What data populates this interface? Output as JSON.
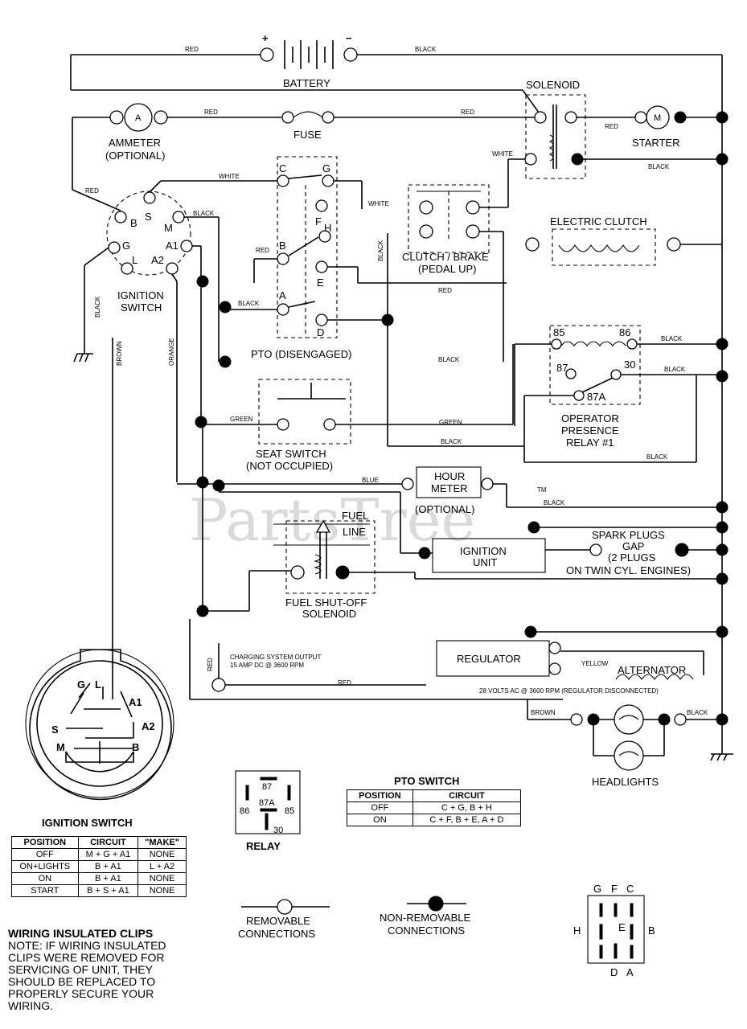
{
  "watermark": "PartsTree",
  "trademark": "TM",
  "components": {
    "battery": "BATTERY",
    "battery_plus": "+",
    "battery_minus": "−",
    "solenoid": "SOLENOID",
    "starter": "STARTER",
    "starter_symbol": "M",
    "ammeter": "AMMETER",
    "ammeter_optional": "(OPTIONAL)",
    "ammeter_symbol": "A",
    "fuse": "FUSE",
    "ignition_switch_line1": "IGNITION",
    "ignition_switch_line2": "SWITCH",
    "pto_disengaged": "PTO (DISENGAGED)",
    "clutch_brake_line1": "CLUTCH / BRAKE",
    "clutch_brake_line2": "(PEDAL UP)",
    "electric_clutch": "ELECTRIC CLUTCH",
    "seat_switch_line1": "SEAT SWITCH",
    "seat_switch_line2": "(NOT OCCUPIED)",
    "opr_line1": "OPERATOR",
    "opr_line2": "PRESENCE",
    "opr_line3": "RELAY #1",
    "hour_meter_line1": "HOUR",
    "hour_meter_line2": "METER",
    "hour_meter_optional": "(OPTIONAL)",
    "fuel_line_1": "FUEL",
    "fuel_line_2": "LINE",
    "fuel_shutoff_line1": "FUEL SHUT-OFF",
    "fuel_shutoff_line2": "SOLENOID",
    "ignition_unit_line1": "IGNITION",
    "ignition_unit_line2": "UNIT",
    "spark_line1": "SPARK PLUGS",
    "spark_line2": "GAP",
    "spark_line3": "(2 PLUGS",
    "spark_line4": "ON TWIN CYL. ENGINES)",
    "regulator": "REGULATOR",
    "alternator": "ALTERNATOR",
    "alternator_note": "28 VOLTS AC @ 3600 RPM (REGULATOR DISCONNECTED)",
    "charging_line1": "CHARGING SYSTEM OUTPUT",
    "charging_line2": "15 AMP DC @ 3600 RPM",
    "headlights": "HEADLIGHTS"
  },
  "ignition_terminals": {
    "b": "B",
    "s": "S",
    "m": "M",
    "g": "G",
    "a1": "A1",
    "l": "L",
    "a2": "A2"
  },
  "pto_terminals": {
    "c": "C",
    "g": "G",
    "f": "F",
    "h": "H",
    "b": "B",
    "e": "E",
    "a": "A",
    "d": "D"
  },
  "relay_terminals": {
    "t85": "85",
    "t86": "86",
    "t87": "87",
    "t30": "30",
    "t87a": "87A"
  },
  "wire_labels": {
    "red": "RED",
    "black": "BLACK",
    "white": "WHITE",
    "brown": "BROWN",
    "orange": "ORANGE",
    "green": "GREEN",
    "blue": "BLUE",
    "yellow": "YELLOW"
  },
  "relay_diagram": {
    "title": "RELAY",
    "p87": "87",
    "p87a": "87A",
    "p86": "86",
    "p85": "85",
    "p30": "30"
  },
  "pto_switch_table": {
    "title": "PTO SWITCH",
    "headers": [
      "POSITION",
      "CIRCUIT"
    ],
    "rows": [
      [
        "OFF",
        "C + G, B + H"
      ],
      [
        "ON",
        "C + F, B + E, A + D"
      ]
    ]
  },
  "ignition_switch_table": {
    "title": "IGNITION SWITCH",
    "headers": [
      "POSITION",
      "CIRCUIT",
      "\"MAKE\""
    ],
    "rows": [
      [
        "OFF",
        "M + G + A1",
        "NONE"
      ],
      [
        "ON+LIGHTS",
        "B + A1",
        "L + A2"
      ],
      [
        "ON",
        "B + A1",
        "NONE"
      ],
      [
        "START",
        "B + S + A1",
        "NONE"
      ]
    ]
  },
  "ignition_face": {
    "g": "G",
    "l": "L",
    "a1": "A1",
    "s": "S",
    "a2": "A2",
    "m": "M",
    "b": "B"
  },
  "legend": {
    "removable_line1": "REMOVABLE",
    "removable_line2": "CONNECTIONS",
    "nonremovable_line1": "NON-REMOVABLE",
    "nonremovable_line2": "CONNECTIONS"
  },
  "pto_plug": {
    "g": "G",
    "f": "F",
    "c": "C",
    "h": "H",
    "e": "E",
    "b": "B",
    "d": "D",
    "a": "A"
  },
  "notes": {
    "title": "WIRING INSULATED CLIPS",
    "line1": "NOTE: IF WIRING INSULATED",
    "line2": "CLIPS WERE REMOVED FOR",
    "line3": "SERVICING OF UNIT, THEY",
    "line4": "SHOULD BE REPLACED TO",
    "line5": "PROPERLY SECURE YOUR",
    "line6": "WIRING."
  }
}
